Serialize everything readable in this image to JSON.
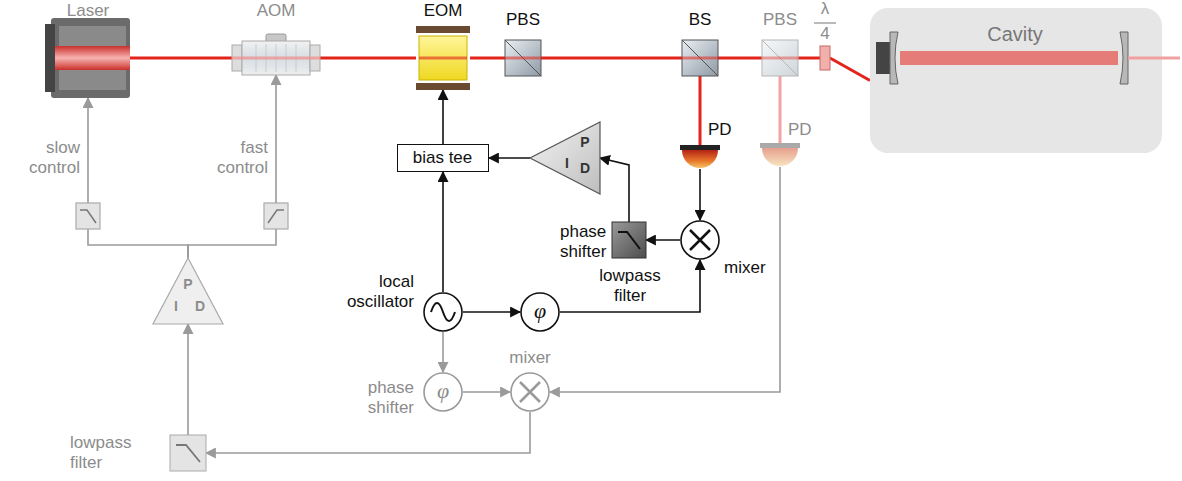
{
  "diagram": {
    "nodes": [
      {
        "text": [
          "Laser"
        ]
      },
      {
        "text": [
          "AOM"
        ]
      },
      {
        "text": [
          "EOM"
        ]
      },
      {
        "text": [
          "PBS"
        ]
      },
      {
        "text": [
          "BS"
        ]
      },
      {
        "text": [
          "PBS"
        ]
      },
      {
        "text": [
          "λ",
          "4"
        ]
      },
      {
        "text": [
          "Cavity"
        ]
      },
      {
        "text": [
          "PD"
        ]
      },
      {
        "text": [
          "PD"
        ]
      },
      {
        "text": [
          "bias tee"
        ]
      },
      {
        "text": [
          "P",
          "I",
          "D"
        ]
      },
      {
        "text": [
          "lowpass filter"
        ]
      },
      {
        "text": [
          "mixer"
        ]
      },
      {
        "text": [
          "local oscillator"
        ]
      },
      {
        "text": [
          "phase shifter",
          "φ"
        ]
      },
      {
        "text": [
          "phase shifter",
          "φ"
        ]
      },
      {
        "text": [
          "mixer"
        ]
      },
      {
        "text": [
          "P",
          "I",
          "D"
        ]
      },
      {
        "text": [
          "lowpass filter"
        ]
      }
    ],
    "edges": [
      {
        "from": 0,
        "to": 1,
        "arrow": "none"
      },
      {
        "from": 1,
        "to": 2,
        "arrow": "none"
      },
      {
        "from": 2,
        "to": 3,
        "arrow": "none"
      },
      {
        "from": 3,
        "to": 4,
        "arrow": "none"
      },
      {
        "from": 4,
        "to": 5,
        "arrow": "none"
      },
      {
        "from": 5,
        "to": 6,
        "arrow": "none"
      },
      {
        "from": 6,
        "to": 7,
        "arrow": "none"
      },
      {
        "from": 4,
        "to": 8,
        "arrow": "none"
      },
      {
        "from": 5,
        "to": 9,
        "arrow": "none"
      },
      {
        "from": 8,
        "to": 13,
        "arrow": "to"
      },
      {
        "from": 13,
        "to": 12,
        "arrow": "to"
      },
      {
        "from": 12,
        "to": 11,
        "arrow": "to"
      },
      {
        "from": 11,
        "to": 10,
        "arrow": "to"
      },
      {
        "from": 14,
        "to": 10,
        "arrow": "to"
      },
      {
        "from": 10,
        "to": 2,
        "arrow": "to"
      },
      {
        "from": 14,
        "to": 15,
        "arrow": "to"
      },
      {
        "from": 15,
        "to": 13,
        "arrow": "to"
      },
      {
        "from": 14,
        "to": 16,
        "arrow": "to"
      },
      {
        "from": 16,
        "to": 17,
        "arrow": "to"
      },
      {
        "from": 9,
        "to": 17,
        "arrow": "to"
      },
      {
        "from": 17,
        "to": 19,
        "arrow": "to"
      },
      {
        "from": 19,
        "to": 18,
        "arrow": "to"
      },
      {
        "from": 18,
        "to": 0,
        "label": "slow control",
        "arrow": "to"
      },
      {
        "from": 18,
        "to": 1,
        "label": "fast control",
        "arrow": "to"
      }
    ]
  }
}
